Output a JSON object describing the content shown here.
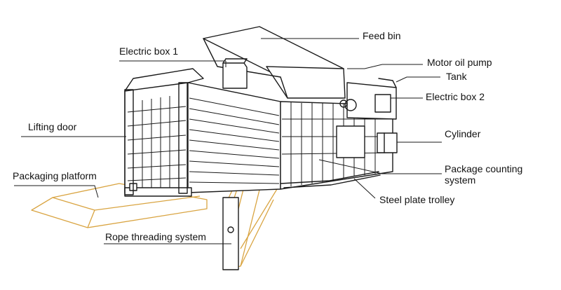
{
  "colors": {
    "line": "#1a1a1a",
    "accent": "#d9a441",
    "background": "#ffffff"
  },
  "labels": {
    "feed_bin": "Feed bin",
    "electric_box_1": "Electric box 1",
    "motor_oil_pump": "Motor oil pump",
    "tank": "Tank",
    "electric_box_2": "Electric box 2",
    "lifting_door": "Lifting door",
    "cylinder": "Cylinder",
    "packaging_platform": "Packaging platform",
    "package_counting_line1": "Package counting",
    "package_counting_line2": "system",
    "steel_plate_trolley": "Steel plate trolley",
    "rope_threading_system": "Rope threading system"
  }
}
